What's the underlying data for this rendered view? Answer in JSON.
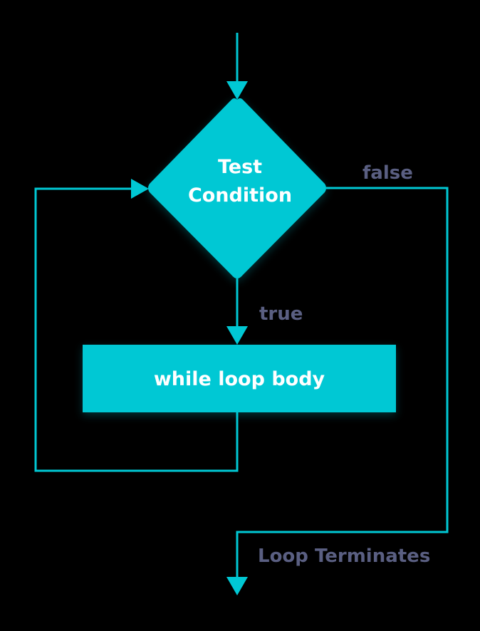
{
  "diagram": {
    "decision": {
      "line1": "Test",
      "line2": "Condition"
    },
    "process": {
      "label": "while loop body"
    },
    "edges": {
      "false_label": "false",
      "true_label": "true",
      "exit_label": "Loop Terminates"
    }
  },
  "colors": {
    "background": "#000000",
    "shape_fill": "#00c8d4",
    "connector": "#00c8d4",
    "shape_text": "#ffffff",
    "edge_text": "#5a5f82"
  }
}
